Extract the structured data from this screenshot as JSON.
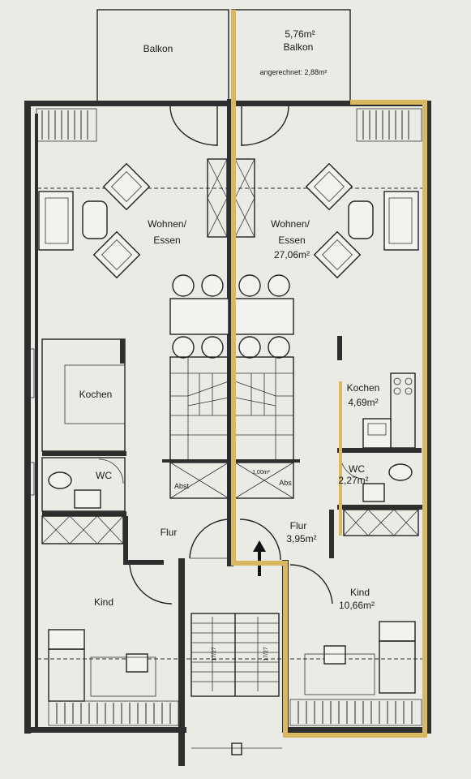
{
  "plan": {
    "rooms_left": {
      "balkon": "Balkon",
      "wohnen": "Wohnen/",
      "essen": "Essen",
      "kochen": "Kochen",
      "wc": "WC",
      "abst": "Abst",
      "flur": "Flur",
      "kind": "Kind"
    },
    "rooms_right": {
      "balkon_area": "5,76m²",
      "balkon": "Balkon",
      "balkon_note": "angerechnet: 2,88m²",
      "wohnen": "Wohnen/",
      "essen": "Essen",
      "essen_area": "27,06m²",
      "kochen": "Kochen",
      "kochen_area": "4,69m²",
      "wc": "WC",
      "wc_area": "2,27m²",
      "abs_area": "1,00m²",
      "abs": "Abs",
      "flur": "Flur",
      "flur_area": "3,95m²",
      "kind": "Kind",
      "kind_area": "10,66m²"
    },
    "stair_left": "17/27",
    "stair_right": "17/27",
    "highlight_color": "#d8b860"
  }
}
